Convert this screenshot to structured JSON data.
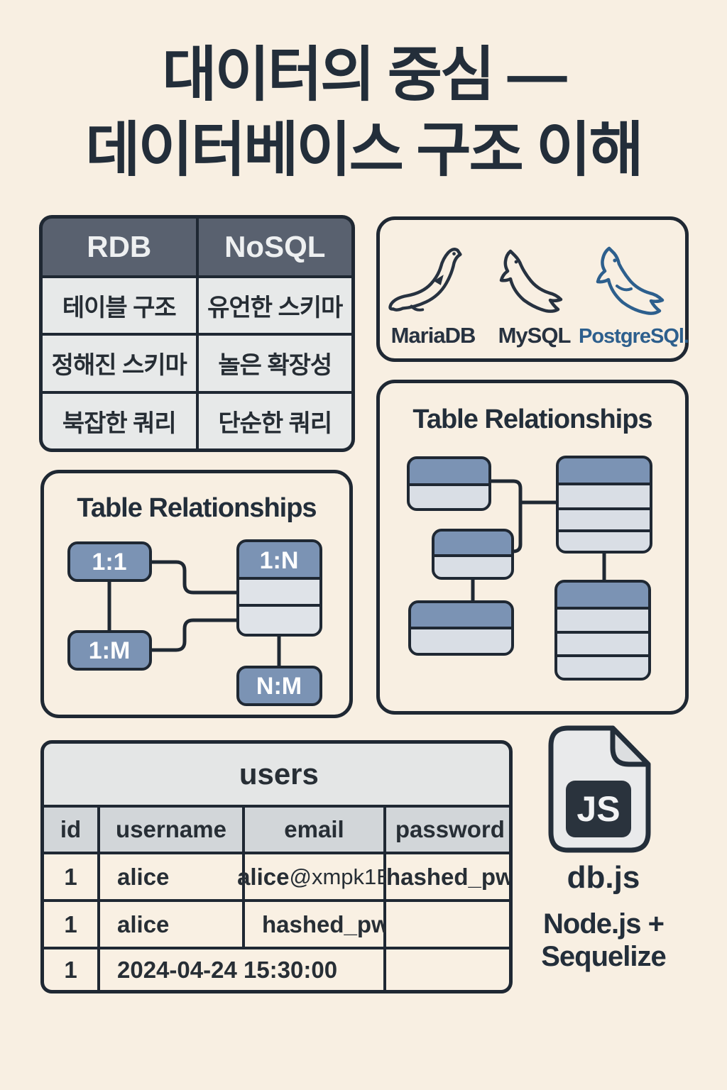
{
  "page": {
    "title": {
      "line1": "대이터의 중심 —",
      "line2": "데이터베이스 구조 이해"
    }
  },
  "compare_table": {
    "headers": [
      "RDB",
      "NoSQL"
    ],
    "rows": [
      [
        "테이블 구조",
        "유언한 스키마"
      ],
      [
        "정해진 스키마",
        "놀은 확장성"
      ],
      [
        "북잡한 쿼리",
        "단순한 쿼리"
      ]
    ]
  },
  "db_logos": {
    "items": [
      {
        "label": "MariaDB"
      },
      {
        "label": "MySQL"
      },
      {
        "label": "PostgreSQl."
      }
    ]
  },
  "relationships_left": {
    "title": "Table Relationships",
    "node_1_1": "1:1",
    "node_1_m": "1:M",
    "node_1_n": "1:N",
    "node_n_m": "N:M"
  },
  "relationships_right": {
    "title": "Table Relationships"
  },
  "users_table": {
    "title": "users",
    "columns": [
      "id",
      "username",
      "email",
      "password"
    ],
    "rows": [
      {
        "id": "1",
        "username": "alice",
        "email_bold": "alice",
        "email_light": "@xmpk1E",
        "password": "hashed_pw"
      },
      {
        "id": "1",
        "username": "alice",
        "email": "hashed_pw",
        "password": ""
      },
      {
        "id": "1",
        "merged": "2024-04-24 15:30:00",
        "password": ""
      }
    ]
  },
  "js_file": {
    "badge": "JS",
    "filename": "db.js",
    "stack_line1": "Node.js +",
    "stack_line2": "Sequelize"
  },
  "colors": {
    "page_bg": "#f8efe2",
    "ink": "#232e3a",
    "slate_header": "#59616f",
    "cell_gray": "#e7e9e9",
    "table_blue": "#7b93b4",
    "row_gray": "#d9dee5",
    "users_title_gray": "#e4e6e6",
    "users_header_gray": "#d2d6d9",
    "postgres_blue": "#2d5f8d",
    "js_badge_bg": "#2a333d",
    "doc_gray": "#e9eaeb"
  }
}
